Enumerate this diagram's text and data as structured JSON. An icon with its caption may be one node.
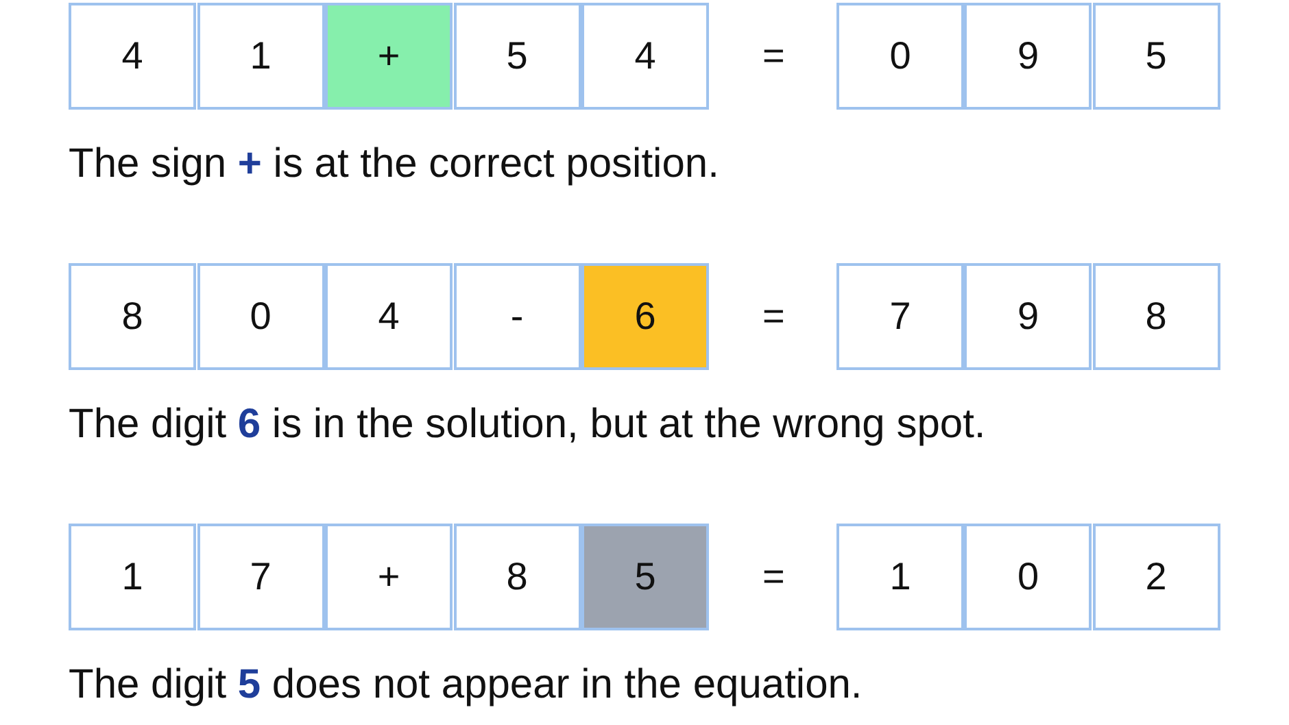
{
  "diagram": {
    "nodes": [
      {
        "text": [
          "4"
        ]
      },
      {
        "text": [
          "1"
        ]
      },
      {
        "text": [
          "+"
        ]
      },
      {
        "text": [
          "5"
        ]
      },
      {
        "text": [
          "4"
        ]
      },
      {
        "text": [
          "0"
        ]
      },
      {
        "text": [
          "9"
        ]
      },
      {
        "text": [
          "5"
        ]
      },
      {
        "text": [
          "8"
        ]
      },
      {
        "text": [
          "0"
        ]
      },
      {
        "text": [
          "4"
        ]
      },
      {
        "text": [
          "-"
        ]
      },
      {
        "text": [
          "6"
        ]
      },
      {
        "text": [
          "7"
        ]
      },
      {
        "text": [
          "9"
        ]
      },
      {
        "text": [
          "8"
        ]
      },
      {
        "text": [
          "1"
        ]
      },
      {
        "text": [
          "7"
        ]
      },
      {
        "text": [
          "+"
        ]
      },
      {
        "text": [
          "8"
        ]
      },
      {
        "text": [
          "5"
        ]
      },
      {
        "text": [
          "1"
        ]
      },
      {
        "text": [
          "0"
        ]
      },
      {
        "text": [
          "2"
        ]
      }
    ],
    "labels": [
      "=",
      "The sign **+** is at the correct position.",
      "=",
      "The digit **6** is in the solution, but at the wrong spot.",
      "=",
      "The digit **5** does not appear in the equation."
    ]
  }
}
